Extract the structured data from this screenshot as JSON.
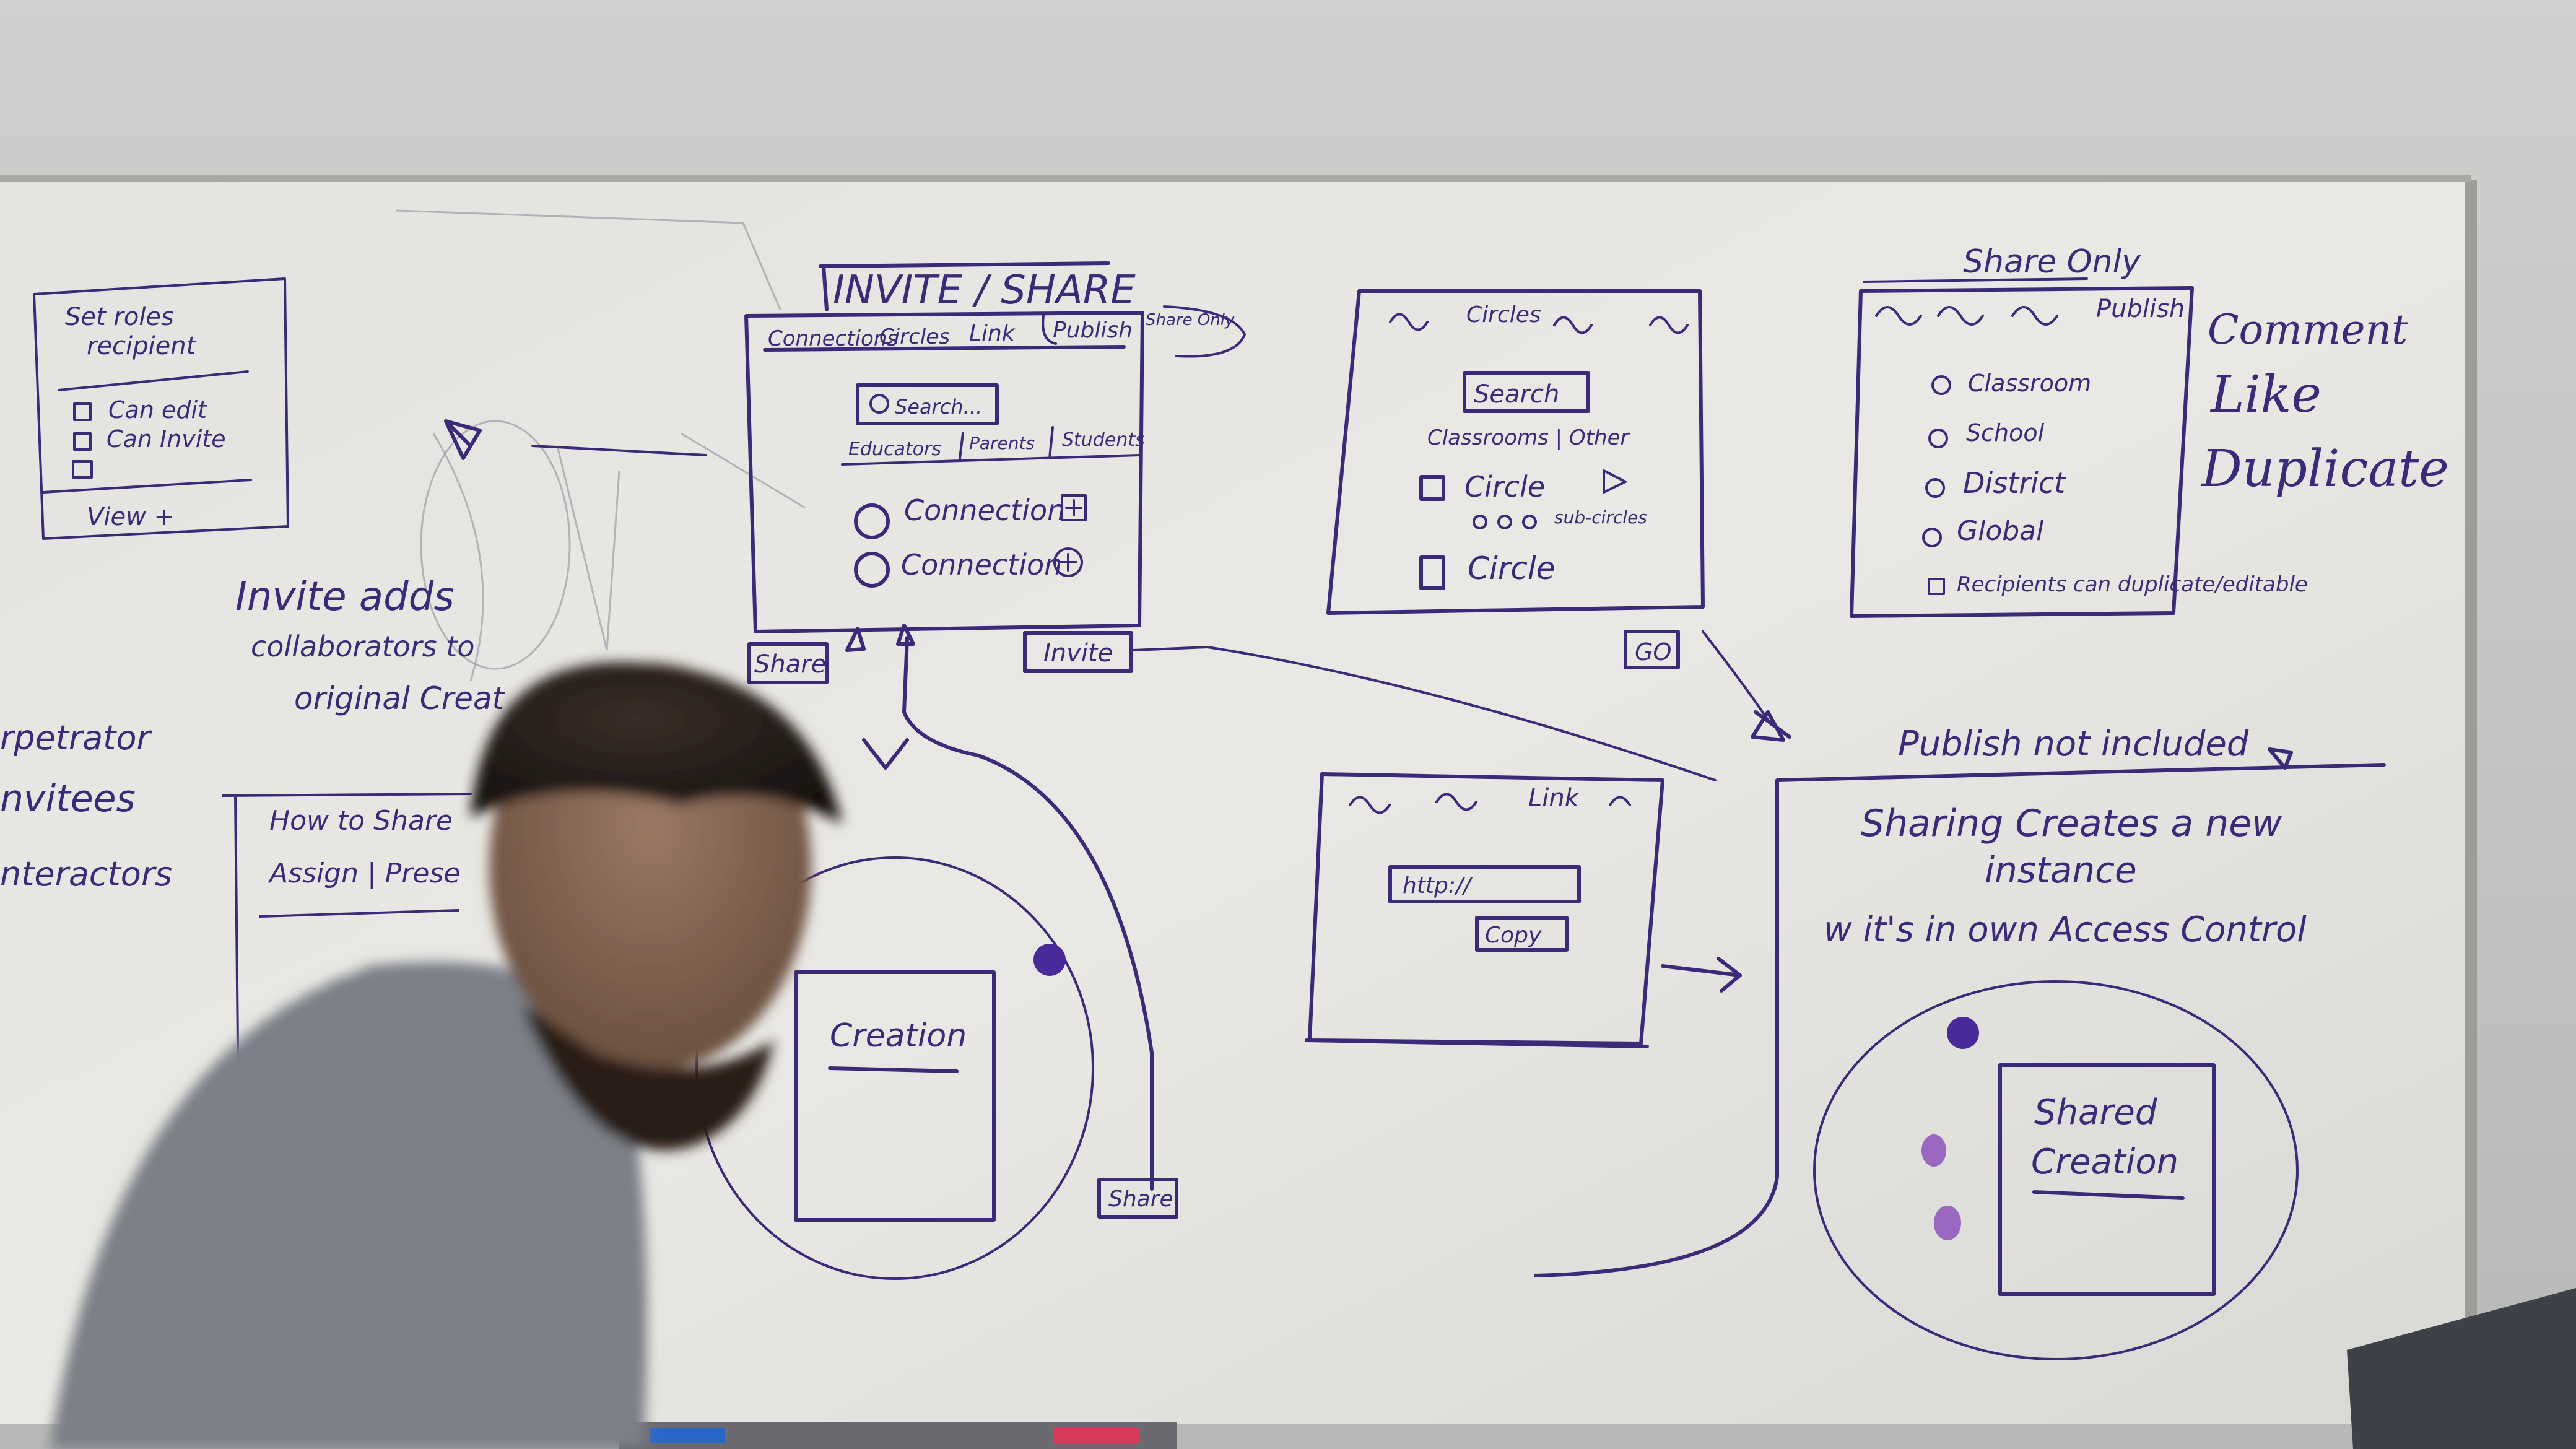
{
  "colors": {
    "ink": "#3b2a78",
    "board": "#e6e5e1",
    "wall": "#c8c8c6",
    "dot_dark": "#4a2a98",
    "dot_light": "#9a68c0"
  },
  "roles_panel": {
    "line1": "Set roles",
    "line2": "recipient",
    "can_edit": "Can edit",
    "can_invite": "Can Invite",
    "view": "View +"
  },
  "invite_note": {
    "line1": "Invite adds",
    "line2": "collaborators to",
    "line3": "original Creat"
  },
  "left_list": {
    "item1": "rpetrator",
    "item2": "nvitees",
    "item3": "nteractors"
  },
  "how_to": {
    "line1": "How to Share",
    "line2": "Assign | Prese"
  },
  "invite_share": {
    "title": "INVITE / SHARE",
    "tab_connections": "Connections",
    "tab_circles": "Circles",
    "tab_link": "Link",
    "tab_publish": "Publish",
    "tab_share_only": "Share Only",
    "search": "Search...",
    "filter_educators": "Educators",
    "filter_parents": "Parents",
    "filter_students": "Students",
    "row1": "Connection",
    "row2": "Connection",
    "share_button": "Share",
    "invite_button": "Invite"
  },
  "circles_panel": {
    "tab_circles": "Circles",
    "search": "Search",
    "filter": "Classrooms | Other",
    "row1": "Circle",
    "subcircles": "sub-circles",
    "row2": "Circle",
    "go_button": "GO"
  },
  "share_only": {
    "heading": "Share Only",
    "tab_publish": "Publish",
    "opt1": "Classroom",
    "opt2": "School",
    "opt3": "District",
    "opt4": "Global",
    "checkbox": "Recipients can duplicate/editable"
  },
  "side_actions": {
    "comment": "Comment",
    "like": "Like",
    "duplicate": "Duplicate"
  },
  "publish_note": "Publish not included",
  "link_panel": {
    "tab_link": "Link",
    "url": "http://",
    "copy_button": "Copy"
  },
  "sharing_note": {
    "line1": "Sharing Creates a new",
    "line2": "instance",
    "line3": "w it's in own Access Control"
  },
  "creation": {
    "label": "Creation",
    "share_button": "Share"
  },
  "shared_creation": {
    "line1": "Shared",
    "line2": "Creation"
  }
}
